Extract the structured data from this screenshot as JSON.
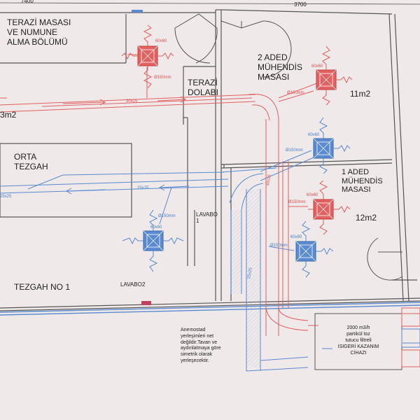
{
  "dimensions": {
    "top_left": "7400",
    "top_right": "3700"
  },
  "rooms": {
    "terazi_masasi": "TERAZİ MASASI\nVE NUMUNE\nALMA BÖLÜMÜ",
    "terazi_dolabi": "TERAZİ\nDOLABI",
    "muhendis_2": "2 ADED\nMÜHENDİS\nMASASI",
    "area_11": "11m2",
    "area_left": "3m2",
    "orta_tezgah": "ORTA\nTEZGAH",
    "muhendis_1": "1 ADED\nMÜHENDİS\nMASASI",
    "area_12": "12m2",
    "lavabo1": "LAVABO\n1",
    "lavabo2": "LAVABO2",
    "tezgah_no1": "TEZGAH NO 1"
  },
  "duct_labels": {
    "red_main": "30x25",
    "blue_main": "25x25",
    "blue_left": "25x25",
    "red_vertical": "40x25",
    "blue_vertical": "25x25"
  },
  "diffuser_labels": {
    "size": "60x60",
    "dia_150": "Ø150mm"
  },
  "note": "Anemostad\nyerleşimleri net\ndeğildir.Tavan ve\naydınlatmaya göre\nsimetrik olarak\nyerleşecektir.",
  "device": "2000 m3/h\npartikül toz\ntutucu filtreli\nISIGERİ KAZANIM\nCİHAZI"
}
